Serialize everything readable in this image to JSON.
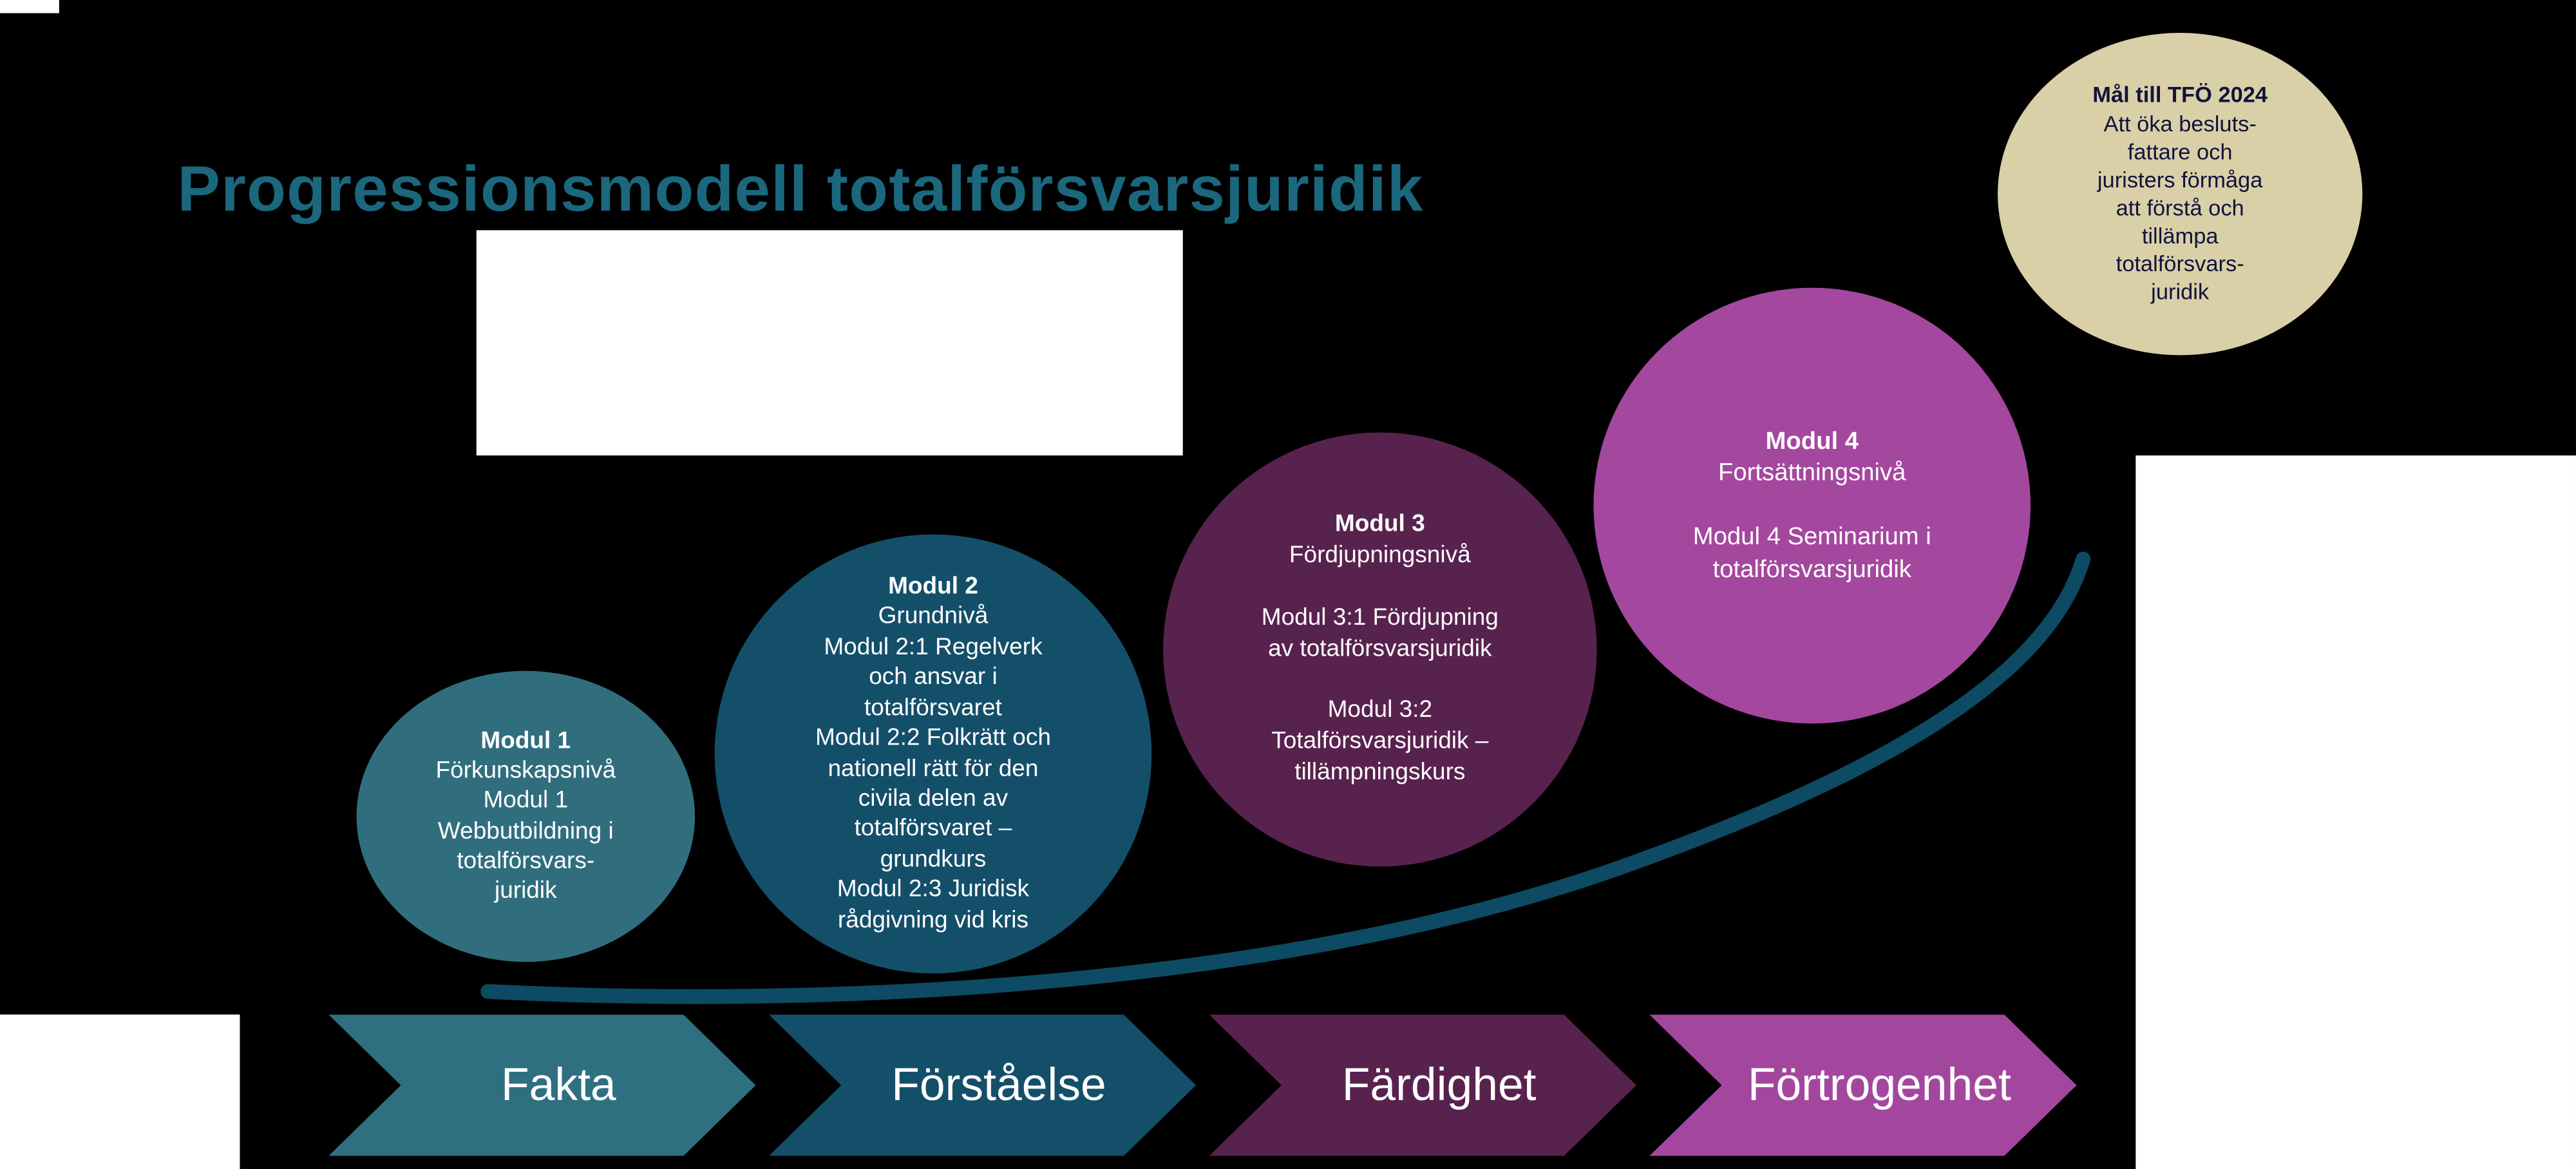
{
  "slide": {
    "title": "Progressionsmodell totalförsvarsjuridik"
  },
  "goal": {
    "title": "Mål till TFÖ 2024",
    "body": "Att öka besluts-\nfattare och\njuristers förmåga\natt förstå och\ntillämpa\ntotalförsvars-\njuridik",
    "bg": "#d9d0a8",
    "text_color": "#12123b"
  },
  "modules": [
    {
      "title": "Modul 1",
      "body": "Förkunskapsnivå\nModul 1\nWebbutbildning i\ntotalförsvars-\njuridik",
      "bg": "#306e7e"
    },
    {
      "title": "Modul 2",
      "body": "Grundnivå\nModul 2:1 Regelverk\noch ansvar i\ntotalförsvaret\nModul 2:2 Folkrätt och\nnationell rätt för den\ncivila delen av\ntotalförsvaret –\ngrundkurs\nModul 2:3 Juridisk\nrådgivning vid kris",
      "bg": "#144f6a"
    },
    {
      "title": "Modul 3",
      "body": "Fördjupningsnivå\n\nModul 3:1 Fördjupning\nav totalförsvarsjuridik\n\nModul 3:2\nTotalförsvarsjuridik –\ntillämpningskurs",
      "bg": "#58224e"
    },
    {
      "title": "Modul 4",
      "body": "Fortsättningsnivå\n\nModul 4 Seminarium  i\ntotalförsvarsjuridik",
      "bg": "#a4479f"
    }
  ],
  "steps": [
    {
      "label": "Fakta",
      "bg": "#2f7080"
    },
    {
      "label": "Förståelse",
      "bg": "#144f6a"
    },
    {
      "label": "Färdighet",
      "bg": "#58224e"
    },
    {
      "label": "Förtrogenhet",
      "bg": "#a3479e"
    }
  ],
  "swoosh_color": "#0d4a63",
  "title_color": "#1b677d"
}
